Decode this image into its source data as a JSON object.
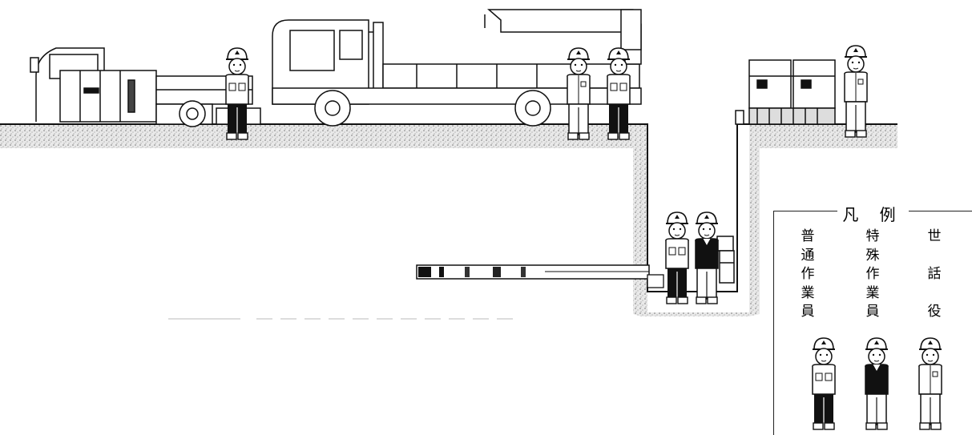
{
  "legend": {
    "title": "凡 例",
    "items": [
      {
        "label": "普\n通\n作\n業\n員",
        "kind": "normal-worker"
      },
      {
        "label": "特\n殊\n作\n業\n員",
        "kind": "special-worker"
      },
      {
        "label": "世\n\n話\n\n役",
        "kind": "caretaker"
      }
    ]
  }
}
